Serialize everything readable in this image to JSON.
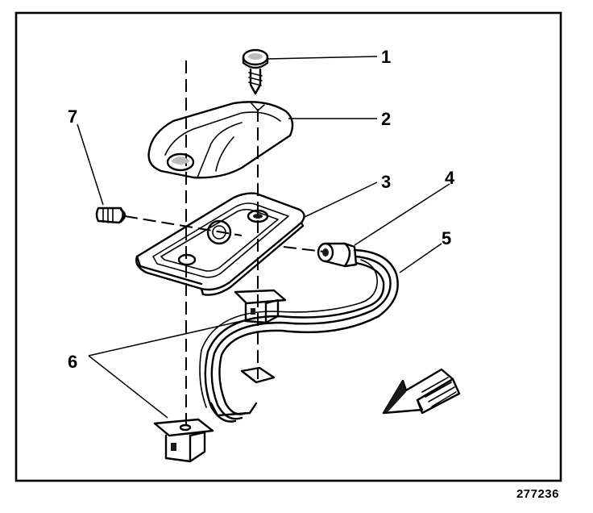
{
  "callouts": {
    "c1": "1",
    "c2": "2",
    "c3": "3",
    "c4": "4",
    "c5": "5",
    "c6": "6",
    "c7": "7"
  },
  "figure_number": "277236",
  "colors": {
    "line": "#000000",
    "shade": "#bdbdbd",
    "background": "#ffffff"
  }
}
